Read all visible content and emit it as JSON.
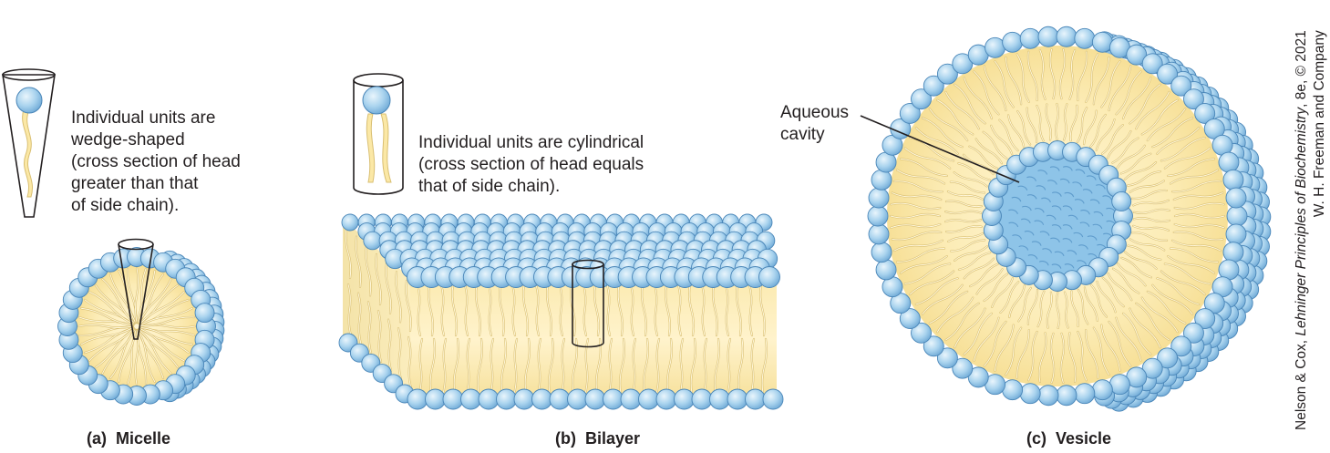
{
  "micelle": {
    "caption_letter": "(a)",
    "caption_name": "Micelle",
    "description_lines": [
      "Individual units are",
      "wedge-shaped",
      "(cross section of head",
      "greater than that",
      "of side chain)."
    ]
  },
  "bilayer": {
    "caption_letter": "(b)",
    "caption_name": "Bilayer",
    "description_lines": [
      "Individual units are cylindrical",
      "(cross section of head equals",
      "that of side chain)."
    ]
  },
  "vesicle": {
    "caption_letter": "(c)",
    "caption_name": "Vesicle",
    "cavity_label_lines": [
      "Aqueous",
      "cavity"
    ]
  },
  "credit": {
    "line1_prefix": "Nelson & Cox, ",
    "line1_title": "Lehninger Principles of Biochemistry",
    "line1_suffix": ", 8e, © 2021",
    "line2": "W. H. Freeman and Company"
  },
  "colors": {
    "head_fill": "#a9d3ee",
    "head_stroke": "#4a86b8",
    "tail_fill": "#fbe8a6",
    "tail_stroke": "#d9bf72",
    "lipid_core": "#fbecb4",
    "outline": "#231f20"
  }
}
